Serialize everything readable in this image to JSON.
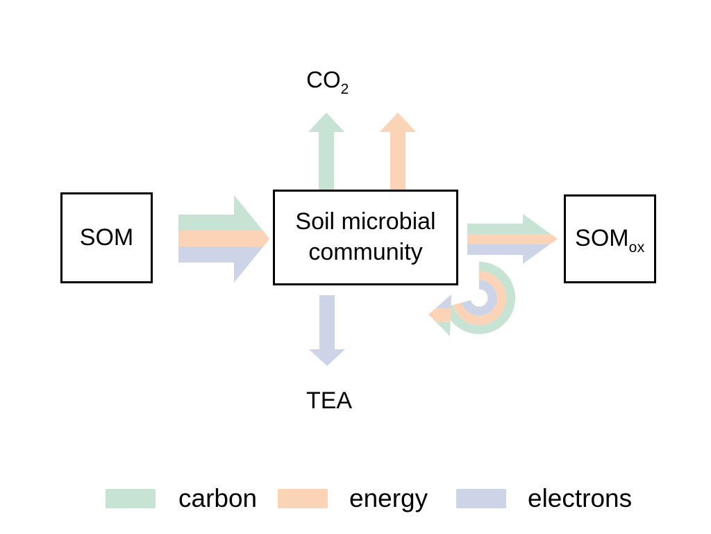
{
  "nodes": {
    "som": {
      "label": "SOM"
    },
    "community": {
      "label_line1": "Soil microbial",
      "label_line2": "community"
    },
    "som_ox": {
      "label_base": "SOM",
      "label_subscript": "ox"
    }
  },
  "labels": {
    "co2_base": "CO",
    "co2_subscript": "2",
    "tea": "TEA"
  },
  "legend": {
    "items": [
      {
        "label": "carbon",
        "color": "#c6e3d3"
      },
      {
        "label": "energy",
        "color": "#fbd3b6"
      },
      {
        "label": "electrons",
        "color": "#cdd4e7"
      }
    ]
  },
  "colors": {
    "carbon": "#c6e3d3",
    "energy": "#fbd3b6",
    "electrons": "#cdd4e7",
    "outline": "#000000",
    "text": "#000000",
    "background": "#ffffff"
  },
  "flows": [
    {
      "from": "SOM",
      "to": "Soil microbial community",
      "components": [
        "carbon",
        "energy",
        "electrons"
      ]
    },
    {
      "from": "Soil microbial community",
      "to": "CO2",
      "components": [
        "carbon"
      ]
    },
    {
      "from": "Soil microbial community",
      "to": "CO2",
      "components": [
        "energy"
      ]
    },
    {
      "from": "Soil microbial community",
      "to": "SOMox",
      "components": [
        "carbon",
        "energy",
        "electrons"
      ]
    },
    {
      "from": "Soil microbial community",
      "to": "TEA",
      "components": [
        "electrons"
      ]
    },
    {
      "from": "Soil microbial community",
      "to": "Soil microbial community",
      "type": "recycle",
      "components": [
        "carbon",
        "energy",
        "electrons"
      ]
    }
  ]
}
